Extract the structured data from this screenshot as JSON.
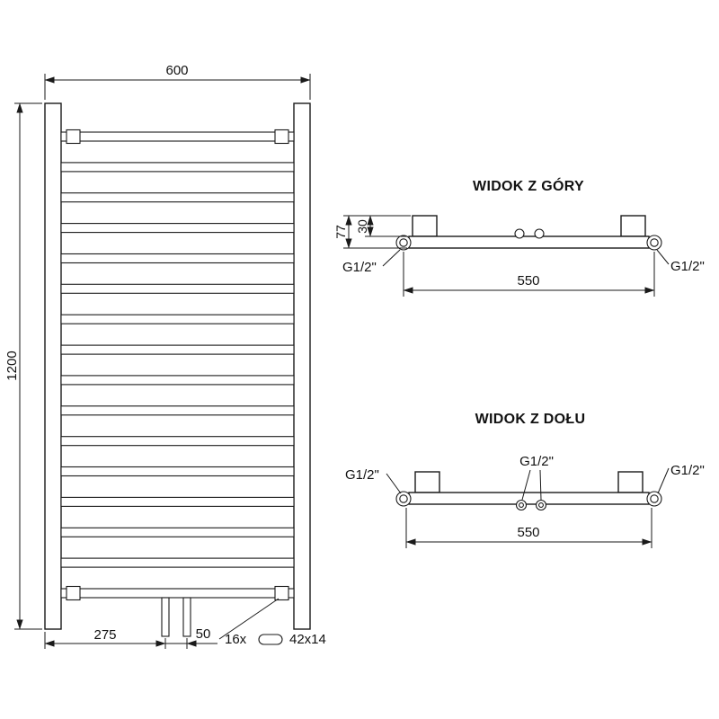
{
  "front_view": {
    "width_mm": "600",
    "height_mm": "1200",
    "offset_mm": "275",
    "center_spacing_mm": "50",
    "tube_count": "16x",
    "tube_profile": "42x14"
  },
  "top_view": {
    "title": "WIDOK Z GÓRY",
    "depth_mm": "77",
    "bracket_depth_mm": "30",
    "connection_spacing_mm": "550",
    "thread_left": "G1/2\"",
    "thread_right": "G1/2\""
  },
  "bottom_view": {
    "title": "WIDOK Z DOŁU",
    "connection_spacing_mm": "550",
    "thread_left": "G1/2\"",
    "thread_center": "G1/2\"",
    "thread_right": "G1/2\""
  }
}
